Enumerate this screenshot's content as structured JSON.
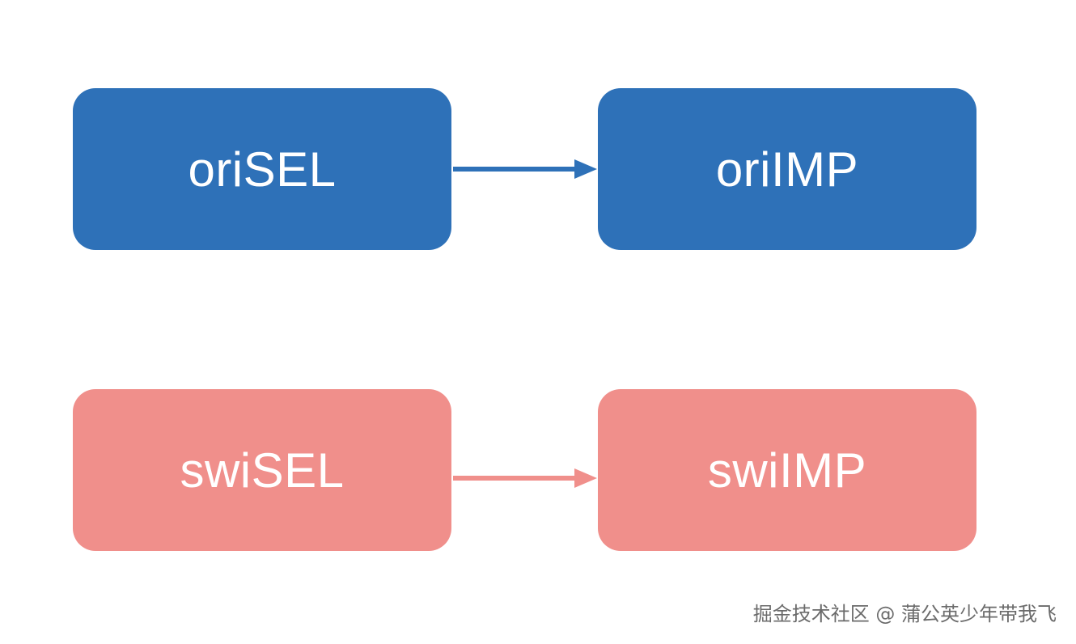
{
  "nodes": {
    "ori_sel": "oriSEL",
    "ori_imp": "oriIMP",
    "swi_sel": "swiSEL",
    "swi_imp": "swiIMP"
  },
  "colors": {
    "blue": "#2e71b8",
    "pink": "#f08f8b"
  },
  "watermark": "掘金技术社区 @ 蒲公英少年带我飞"
}
